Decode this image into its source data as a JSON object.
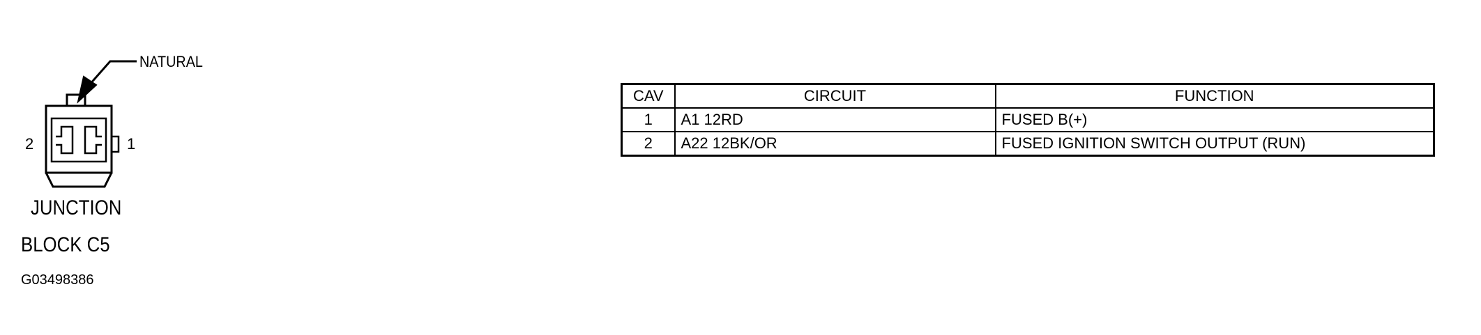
{
  "connector": {
    "callout_label": "NATURAL",
    "pin_labels": [
      "2",
      "1"
    ],
    "name_line1": "JUNCTION",
    "name_line2": "BLOCK C5",
    "figure_id": "G03498386"
  },
  "table": {
    "headers": [
      "CAV",
      "CIRCUIT",
      "FUNCTION"
    ],
    "rows": [
      {
        "cav": "1",
        "circuit": "A1 12RD",
        "function": "FUSED B(+)"
      },
      {
        "cav": "2",
        "circuit": "A22 12BK/OR",
        "function": "FUSED IGNITION SWITCH OUTPUT (RUN)"
      }
    ]
  }
}
